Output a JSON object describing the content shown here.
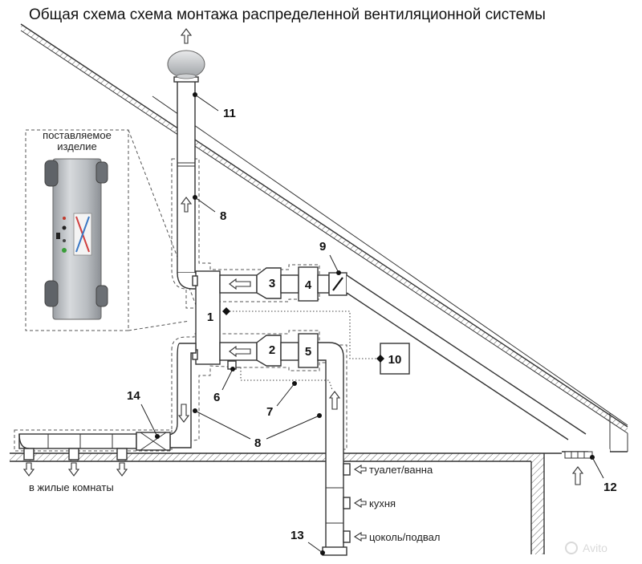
{
  "title": "Общая схема схема монтажа распределенной вентиляционной системы",
  "inset": {
    "caption_line1": "поставляемое",
    "caption_line2": "изделие"
  },
  "labels": {
    "living_rooms": "в жилые комнаты",
    "toilet_bath": "туалет/ванна",
    "kitchen": "кухня",
    "basement": "цоколь/подвал"
  },
  "callouts": {
    "n1": "1",
    "n2": "2",
    "n3": "3",
    "n4": "4",
    "n5": "5",
    "n6": "6",
    "n7": "7",
    "n8a": "8",
    "n8b": "8",
    "n9": "9",
    "n10": "10",
    "n11": "11",
    "n12": "12",
    "n13": "13",
    "n14": "14"
  },
  "watermark": "Avito"
}
